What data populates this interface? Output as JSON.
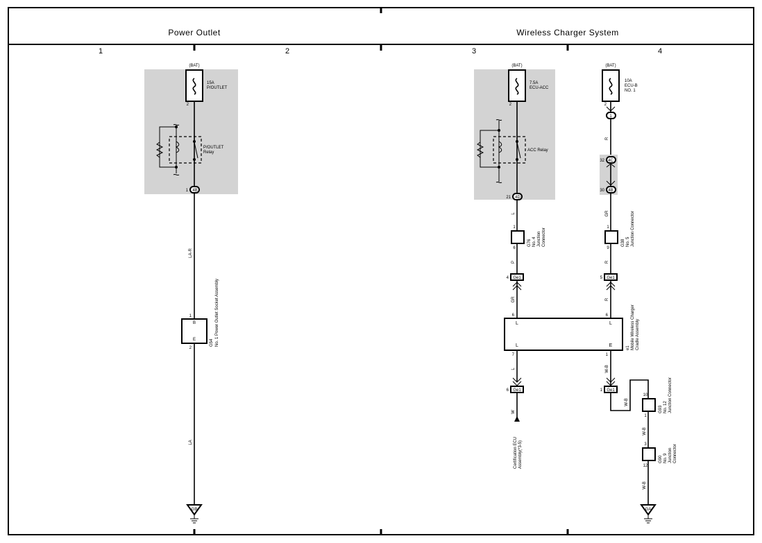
{
  "header": {
    "left_title": "Power Outlet",
    "right_title": "Wireless Charger System",
    "columns": [
      "1",
      "2",
      "3",
      "4"
    ]
  },
  "power_outlet": {
    "bat": "(BAT)",
    "fuse_amp": "15A",
    "fuse_name": "P/OUTLET",
    "fuse_pin": "2",
    "relay_name": "P/OUTLET",
    "relay_word": "Relay",
    "conn_pin": "1",
    "conn_id": "4B",
    "wire1": "LA-R",
    "socket_pin_b": "B",
    "socket_pin_e": "E",
    "socket_pin1": "1",
    "socket_pin2": "2",
    "socket_code": "G54",
    "socket_name": "No. 1 Power Outlet Socket Assembly",
    "wire2": "LA",
    "ground": "GB"
  },
  "acc_branch": {
    "bat": "(BAT)",
    "fuse_amp": "7.5A",
    "fuse_name": "ECU-ACC",
    "fuse_pin": "2",
    "relay_name": "ACC Relay",
    "conn_pin": "21",
    "conn_id": "4D",
    "wire1": "L",
    "jc_pin1": "1",
    "jc_pin6": "6",
    "jc_code": "G76",
    "jc_name1": "No. 4",
    "jc_name2": "Junction",
    "jc_name3": "Connector",
    "wire2": "P",
    "ge_pin": "4",
    "ge_id": "Ge1",
    "wire3": "GR",
    "ch_pin6": "6",
    "ch_pin7": "7",
    "wire4": "L",
    "ge2_pin": "6",
    "ge2_id": "Ge1",
    "wire5": "W",
    "cert_line1": "Certification ECU",
    "cert_line2": "Assembly(*3-5)"
  },
  "ecub_branch": {
    "bat": "(BAT)",
    "fuse_amp": "10A",
    "fuse_name1": "ECU-B",
    "fuse_name2": "NO. 1",
    "fuse_pin": "2",
    "c1_id": "1",
    "wire1": "R",
    "c2_pin": "32",
    "c2_id": "4C",
    "c3_pin": "30",
    "c3_id": "4B",
    "wire2": "GR",
    "jc_pin1": "1",
    "jc_pin9": "9",
    "jc_code": "G38",
    "jc_name1": "No. 5",
    "jc_name2": "Junction Connector",
    "wire3": "R",
    "ge_pin": "5",
    "ge_id": "Ge1",
    "wire4": "R",
    "ch_pin6": "6",
    "ch_pin1": "1",
    "wire5": "W-B",
    "ge2_pin": "1",
    "ge2_id": "Ge1",
    "wire6": "W-B",
    "j12_pin10": "10",
    "j12_pin1": "1",
    "j12_code": "G93",
    "j12_name1": "No. 12",
    "j12_name2": "Junction Connector",
    "wire7": "W-B",
    "j9_pin3": "3",
    "j9_pin12": "12",
    "j9_code": "G90",
    "j9_name1": "No. 9",
    "j9_name2": "Junction",
    "j9_name3": "Connector",
    "wire8": "W-B",
    "ground": "GA"
  },
  "charger": {
    "pin_l_top_left": "L",
    "pin_l_top_right": "L",
    "pin_l_bottom": "L",
    "pin_e": "E",
    "code": "e1",
    "name1": "Mobile Wireless Charger",
    "name2": "Cradle Assembly"
  }
}
